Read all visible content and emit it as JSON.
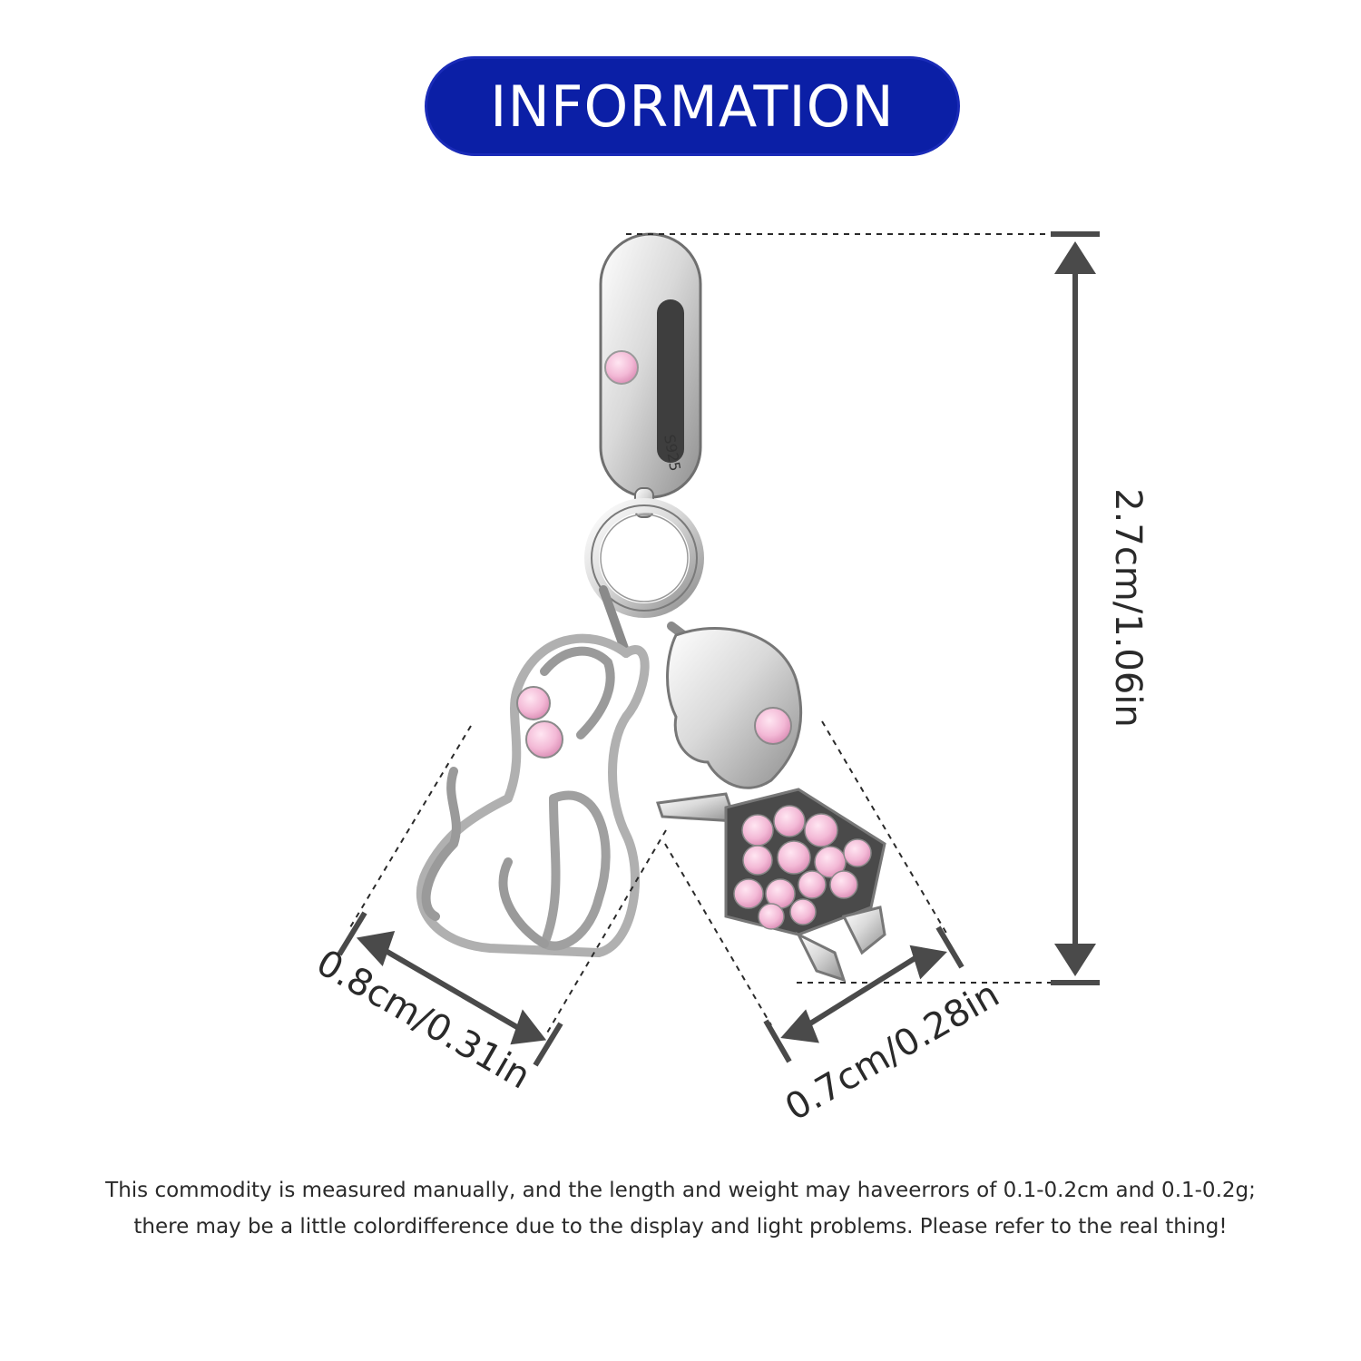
{
  "banner": {
    "title": "INFORMATION"
  },
  "product": {
    "stamp": "S925",
    "dimensions": {
      "height": "2.7cm/1.06in",
      "left_width": "0.8cm/0.31in",
      "right_width": "0.7cm/0.28in"
    }
  },
  "disclaimer": {
    "line1": "This commodity is measured manually, and the length and weight may haveerrors of 0.1-0.2cm and 0.1-0.2g;",
    "line2": "there may be a little colordifference due to the display and light problems. Please refer to the real thing!"
  },
  "colors": {
    "banner": "#0b1fa6",
    "silver": "#c8c8c8",
    "stone": "#f3b9d6",
    "arrow": "#4a4a4a"
  }
}
